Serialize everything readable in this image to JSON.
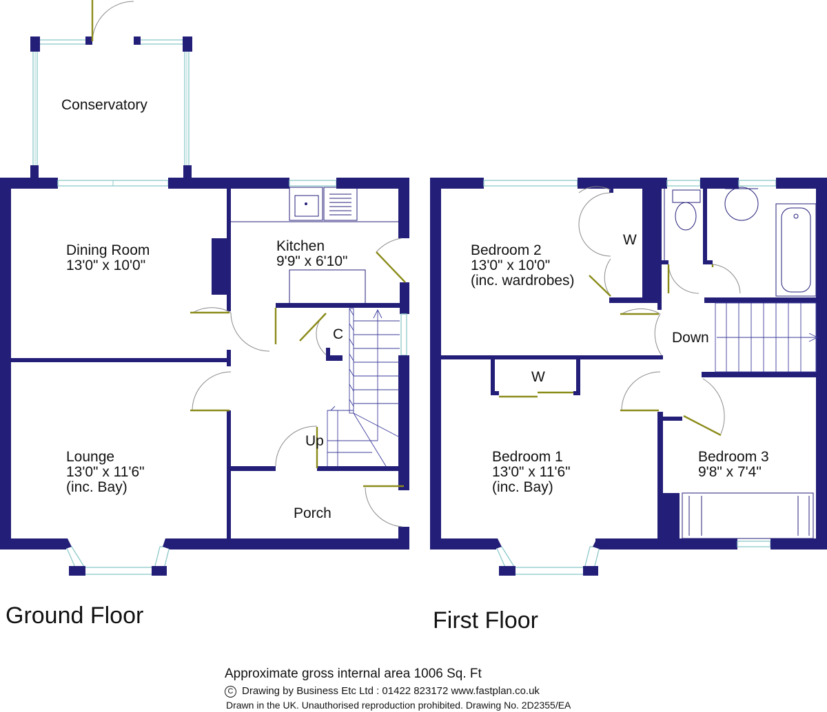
{
  "ground_floor": {
    "title": "Ground Floor",
    "rooms": {
      "conservatory": {
        "name": "Conservatory"
      },
      "dining_room": {
        "name": "Dining Room",
        "size": "13'0\" x 10'0\""
      },
      "kitchen": {
        "name": "Kitchen",
        "size": "9'9\" x 6'10\""
      },
      "lounge": {
        "name": "Lounge",
        "size": "13'0\" x 11'6\"",
        "note": "(inc. Bay)"
      },
      "porch": {
        "name": "Porch"
      }
    },
    "cupboard_label": "C",
    "stairs_label": "Up"
  },
  "first_floor": {
    "title": "First Floor",
    "rooms": {
      "bedroom_2": {
        "name": "Bedroom 2",
        "size": "13'0\" x 10'0\"",
        "note": "(inc. wardrobes)"
      },
      "bedroom_1": {
        "name": "Bedroom 1",
        "size": "13'0\" x 11'6\"",
        "note": "(inc. Bay)"
      },
      "bedroom_3": {
        "name": "Bedroom 3",
        "size": "9'8\" x 7'4\""
      }
    },
    "wardrobe_label_1": "W",
    "wardrobe_label_2": "W",
    "stairs_label": "Down"
  },
  "footer": {
    "area": "Approximate gross internal area 1006 Sq. Ft",
    "copyright_symbol": "C",
    "credit": "Drawing by Business Etc Ltd : 01422 823172  www.fastplan.co.uk",
    "notice": "Drawn in the UK. Unauthorised reproduction prohibited. Drawing No. 2D2355/EA"
  },
  "colors": {
    "wall": "#231e78",
    "door_leaf": "#8b8b1a",
    "window": "#8cc8c8"
  }
}
